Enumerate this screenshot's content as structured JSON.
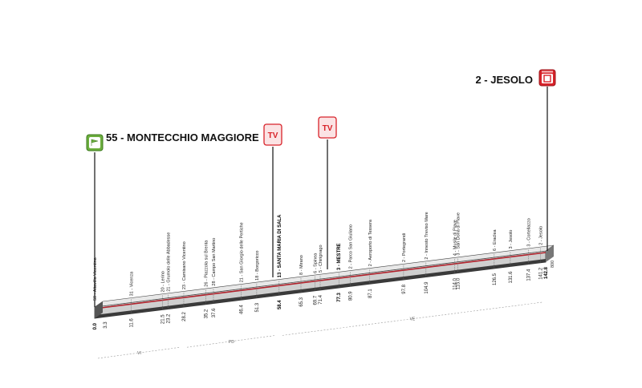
{
  "start": {
    "altitude": "55",
    "name": "MONTECCHIO MAGGIORE",
    "icon": "start-flag-icon",
    "color": "#6cae3e"
  },
  "finish": {
    "altitude": "2",
    "name": "JESOLO",
    "icon": "finish-flag-icon",
    "color": "#d8232a"
  },
  "tv_markers": [
    {
      "text": "TV",
      "km": 58.4
    },
    {
      "text": "TV",
      "km": 77.3
    }
  ],
  "profile": {
    "total_km": 142.8,
    "end_altitude_label": "800",
    "line_color": "#b0202a"
  },
  "waypoints": [
    {
      "label": "50 - Altavilla Vicentina",
      "km": 0.0,
      "bold": false
    },
    {
      "label": "31 - Vicenza",
      "km": 11.6,
      "bold": false
    },
    {
      "label": "20 - Lerino",
      "km": 21.5,
      "bold": false
    },
    {
      "label": "21 - Grumolo delle Abbadesse",
      "km": 23.2,
      "bold": false
    },
    {
      "label": "23 - Camisano Vicentino",
      "km": 28.2,
      "bold": false
    },
    {
      "label": "26 - Piazzola sul Brenta",
      "km": 35.2,
      "bold": false
    },
    {
      "label": "28 - Campo San Martino",
      "km": 37.6,
      "bold": false
    },
    {
      "label": "21 - San Giorgio delle Pertiche",
      "km": 46.4,
      "bold": false
    },
    {
      "label": "18 - Borgoricco",
      "km": 51.3,
      "bold": false
    },
    {
      "label": "13 - SANTA MARIA DI SALA",
      "km": 58.4,
      "bold": true
    },
    {
      "label": "8 - Mirano",
      "km": 65.3,
      "bold": false
    },
    {
      "label": "6 - Spinea",
      "km": 69.7,
      "bold": false
    },
    {
      "label": "5 - Chirignago",
      "km": 71.4,
      "bold": false
    },
    {
      "label": "3 - MESTRE",
      "km": 77.3,
      "bold": true
    },
    {
      "label": "2 - Parco San Giuliano",
      "km": 80.9,
      "bold": false
    },
    {
      "label": "2 - Aeroporto di Tessera",
      "km": 87.1,
      "bold": false
    },
    {
      "label": "2 - Portegrandi",
      "km": 97.8,
      "bold": false
    },
    {
      "label": "2 - Innesto Treviso Mare",
      "km": 104.9,
      "bold": false
    },
    {
      "label": "4 - Musile di Piave",
      "km": 114.0,
      "bold": false
    },
    {
      "label": "3 - San Donà di Piave",
      "km": 115.0,
      "bold": false
    },
    {
      "label": "6 - Eraclea",
      "km": 126.5,
      "bold": false
    },
    {
      "label": "3 - Jesolo",
      "km": 131.6,
      "bold": false
    },
    {
      "label": "3 - Cortellazzo",
      "km": 137.4,
      "bold": false
    },
    {
      "label": "2 - Jesolo",
      "km": 141.2,
      "bold": false
    }
  ],
  "km_labels": [
    {
      "text": "0.0",
      "km": 0.0,
      "bold": true
    },
    {
      "text": "3.3",
      "km": 3.3,
      "bold": false
    },
    {
      "text": "11.6",
      "km": 11.6,
      "bold": false
    },
    {
      "text": "21.5",
      "km": 21.5,
      "bold": false
    },
    {
      "text": "23.2",
      "km": 23.2,
      "bold": false
    },
    {
      "text": "28.2",
      "km": 28.2,
      "bold": false
    },
    {
      "text": "35.2",
      "km": 35.2,
      "bold": false
    },
    {
      "text": "37.6",
      "km": 37.6,
      "bold": false
    },
    {
      "text": "46.4",
      "km": 46.4,
      "bold": false
    },
    {
      "text": "51.3",
      "km": 51.3,
      "bold": false
    },
    {
      "text": "58.4",
      "km": 58.4,
      "bold": true
    },
    {
      "text": "65.3",
      "km": 65.3,
      "bold": false
    },
    {
      "text": "69.7",
      "km": 69.7,
      "bold": false
    },
    {
      "text": "71.4",
      "km": 71.4,
      "bold": false
    },
    {
      "text": "77.3",
      "km": 77.3,
      "bold": true
    },
    {
      "text": "80.9",
      "km": 80.9,
      "bold": false
    },
    {
      "text": "87.1",
      "km": 87.1,
      "bold": false
    },
    {
      "text": "97.8",
      "km": 97.8,
      "bold": false
    },
    {
      "text": "104.9",
      "km": 104.9,
      "bold": false
    },
    {
      "text": "114.0",
      "km": 114.0,
      "bold": false
    },
    {
      "text": "115.0",
      "km": 115.0,
      "bold": false
    },
    {
      "text": "126.5",
      "km": 126.5,
      "bold": false
    },
    {
      "text": "131.6",
      "km": 131.6,
      "bold": false
    },
    {
      "text": "137.4",
      "km": 137.4,
      "bold": false
    },
    {
      "text": "141.2",
      "km": 141.2,
      "bold": false
    },
    {
      "text": "142.8",
      "km": 142.8,
      "bold": true
    }
  ],
  "province_segments": [
    {
      "text": "VI",
      "km_from": 0.0,
      "km_to": 28.2
    },
    {
      "text": "PD",
      "km_from": 28.2,
      "km_to": 58.4
    },
    {
      "text": "VE",
      "km_from": 58.4,
      "km_to": 142.8
    }
  ]
}
